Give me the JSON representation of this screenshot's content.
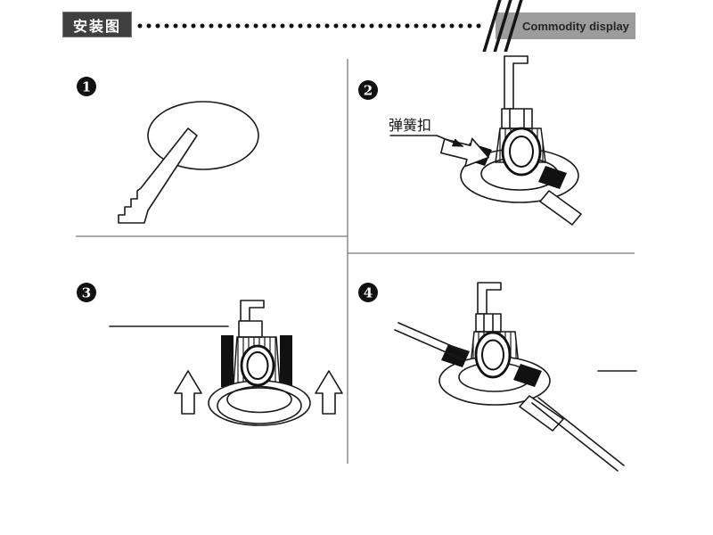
{
  "header": {
    "title": "安装图",
    "right_label": "Commodity display"
  },
  "colors": {
    "title_box_bg": "#3f3f3f",
    "title_text": "#ffffff",
    "right_box_bg": "#9c9c9c",
    "right_text": "#262626",
    "line": "#1a1a1a"
  },
  "steps": [
    {
      "number": "1"
    },
    {
      "number": "2"
    },
    {
      "number": "3"
    },
    {
      "number": "4"
    }
  ],
  "annotations": {
    "spring_clip_label": "弹簧扣"
  }
}
